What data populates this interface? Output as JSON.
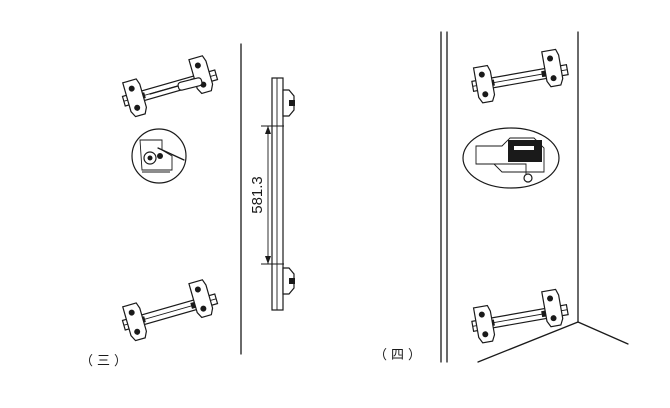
{
  "labels": {
    "step3": "（三）",
    "step4": "（四）"
  },
  "dimension": {
    "value": "581.3"
  },
  "colors": {
    "ink": "#1a1a1a",
    "background": "#ffffff"
  }
}
